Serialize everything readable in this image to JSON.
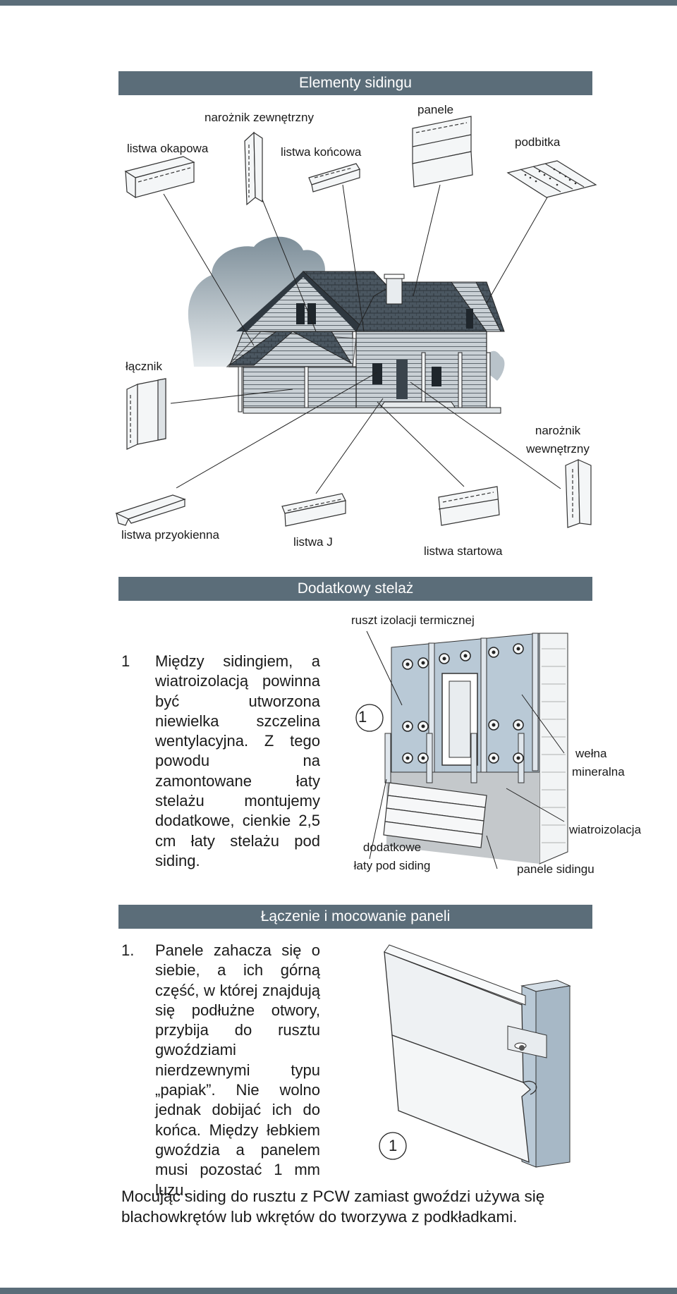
{
  "sections": {
    "elements_title": "Elementy sidingu",
    "frame_title": "Dodatkowy stelaż",
    "joining_title": "Łączenie i mocowanie paneli"
  },
  "elements_labels": {
    "listwa_okapowa": "listwa okapowa",
    "naroznik_zewnetrzny": "narożnik zewnętrzny",
    "listwa_koncowa": "listwa końcowa",
    "panele": "panele",
    "podbitka": "podbitka",
    "lacznik": "łącznik",
    "naroznik_wewnetrzny_1": "narożnik",
    "naroznik_wewnetrzny_2": "wewnętrzny",
    "listwa_przyokienna": "listwa przyokienna",
    "listwa_j": "listwa J",
    "listwa_startowa": "listwa startowa"
  },
  "frame": {
    "item_number": "1",
    "text": "Między sidingiem, a wiatroizolacją powinna być utworzona niewielka szczelina wentylacyjna. Z tego powodu na zamontowane łaty stelażu montujemy dodatkowe, cienkie 2,5 cm łaty stelażu pod siding.",
    "labels": {
      "ruszt": "ruszt izolacji termicznej",
      "welna_1": "wełna",
      "welna_2": "mineralna",
      "wiatroizolacja": "wiatroizolacja",
      "dodatkowe_1": "dodatkowe",
      "dodatkowe_2": "łaty pod siding",
      "panele_sidingu": "panele sidingu",
      "callout": "1"
    }
  },
  "joining": {
    "item_number": "1.",
    "text": "Panele zahacza się o siebie, a ich górną część, w której znajdują się podłużne otwory, przybija do rusztu gwoździami nierdzewnymi typu „papiak”. Nie wolno jednak dobijać ich do końca. Między łebkiem gwoździa a panelem musi pozostać 1 mm luzu.",
    "callout": "1",
    "note": "Mocując siding do rusztu z PCW zamiast gwoździ używa się blachowkrętów lub wkrętów do tworzywa z podkładkami."
  },
  "colors": {
    "header_bg": "#5b6d79",
    "panel_face": "#eef1f3",
    "stud_blue": "#b9c9d6"
  }
}
